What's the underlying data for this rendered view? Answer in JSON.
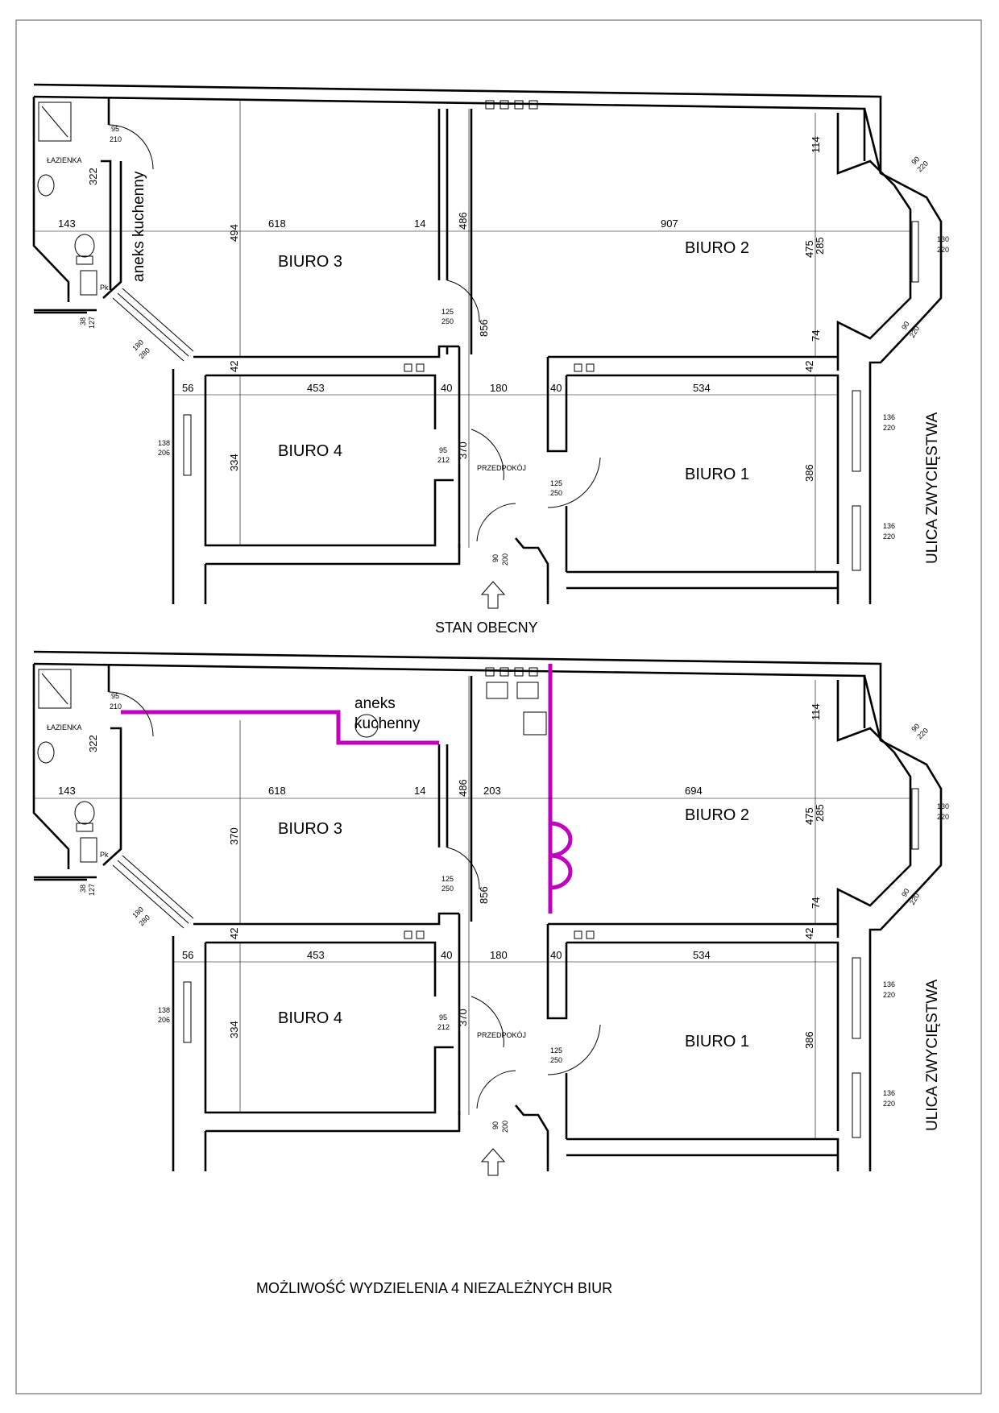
{
  "plans": [
    {
      "caption": "STAN OBECNY",
      "rooms": {
        "biuro1": "BIURO 1",
        "biuro2": "BIURO 2",
        "biuro3": "BIURO 3",
        "biuro4": "BIURO 4",
        "przedpokoj": "PRZEDPOKÓJ",
        "lazienka": "ŁAZIENKA",
        "aneks": "aneks kuchenny",
        "pk": "Pk"
      },
      "street": "ULICA ZWYCIĘSTWA",
      "dims": {
        "bath_w": "143",
        "bath_h": "322",
        "b3_w": "618",
        "b3_gap": "14",
        "b3_h": "494",
        "wall486": "486",
        "b2_w": "907",
        "b2_114": "114",
        "b2_475": "475",
        "b2_285": "285",
        "b2_74": "74",
        "corr_856": "856",
        "corr_180": "180",
        "corr_370": "370",
        "b4_56": "56",
        "b4_w": "453",
        "b4_h": "334",
        "w40a": "40",
        "w40b": "40",
        "b1_w": "534",
        "b1_h": "386",
        "w42a": "42",
        "w42b": "42"
      },
      "openings": {
        "d_bath_a": "95",
        "d_bath_b": "210",
        "d_b3_a": "125",
        "d_b3_b": "250",
        "d_b4_a": "95",
        "d_b4_b": "212",
        "d_b1_a": "125",
        "d_b1_b": "250",
        "d_entry_a": "90",
        "d_entry_b": "200",
        "w_b4_a": "138",
        "w_b4_b": "206",
        "w_b3_a": "180",
        "w_b3_b": "280",
        "w_small_a": "38",
        "w_small_b": "127",
        "w_bay1_a": "90",
        "w_bay1_b": "220",
        "w_bay2_a": "130",
        "w_bay2_b": "220",
        "w_bay3_a": "90",
        "w_bay3_b": "220",
        "w_b1a_a": "136",
        "w_b1a_b": "220",
        "w_b1b_a": "136",
        "w_b1b_b": "220"
      }
    },
    {
      "caption": "MOŻLIWOŚĆ WYDZIELENIA 4 NIEZALEŻNYCH BIUR",
      "rooms": {
        "biuro1": "BIURO 1",
        "biuro2": "BIURO 2",
        "biuro3": "BIURO 3",
        "biuro4": "BIURO 4",
        "przedpokoj": "PRZEDPOKÓJ",
        "lazienka": "ŁAZIENKA",
        "aneks_1": "aneks",
        "aneks_2": "kuchenny",
        "pk": "Pk"
      },
      "street": "ULICA ZWYCIĘSTWA",
      "dims": {
        "bath_w": "143",
        "bath_h": "322",
        "b3_w": "618",
        "b3_gap": "14",
        "b3_h": "370",
        "wall486": "486",
        "corr_203": "203",
        "b2_w": "694",
        "b2_114": "114",
        "b2_475": "475",
        "b2_285": "285",
        "b2_74": "74",
        "corr_856": "856",
        "corr_180": "180",
        "corr_370": "370",
        "b4_56": "56",
        "b4_w": "453",
        "b4_h": "334",
        "w40a": "40",
        "w40b": "40",
        "b1_w": "534",
        "b1_h": "386",
        "w42a": "42",
        "w42b": "42"
      },
      "openings": {
        "d_bath_a": "95",
        "d_bath_b": "210",
        "d_b3_a": "125",
        "d_b3_b": "250",
        "d_b4_a": "95",
        "d_b4_b": "212",
        "d_b1_a": "125",
        "d_b1_b": "250",
        "d_entry_a": "90",
        "d_entry_b": "200",
        "w_b4_a": "138",
        "w_b4_b": "206",
        "w_b3_a": "180",
        "w_b3_b": "280",
        "w_small_a": "38",
        "w_small_b": "127",
        "w_bay1_a": "90",
        "w_bay1_b": "220",
        "w_bay2_a": "130",
        "w_bay2_b": "220",
        "w_bay3_a": "90",
        "w_bay3_b": "220",
        "w_b1a_a": "136",
        "w_b1a_b": "220",
        "w_b1b_a": "136",
        "w_b1b_b": "220"
      }
    }
  ],
  "colors": {
    "new_walls": "#c000c0",
    "walls": "#000000",
    "background": "#ffffff"
  }
}
